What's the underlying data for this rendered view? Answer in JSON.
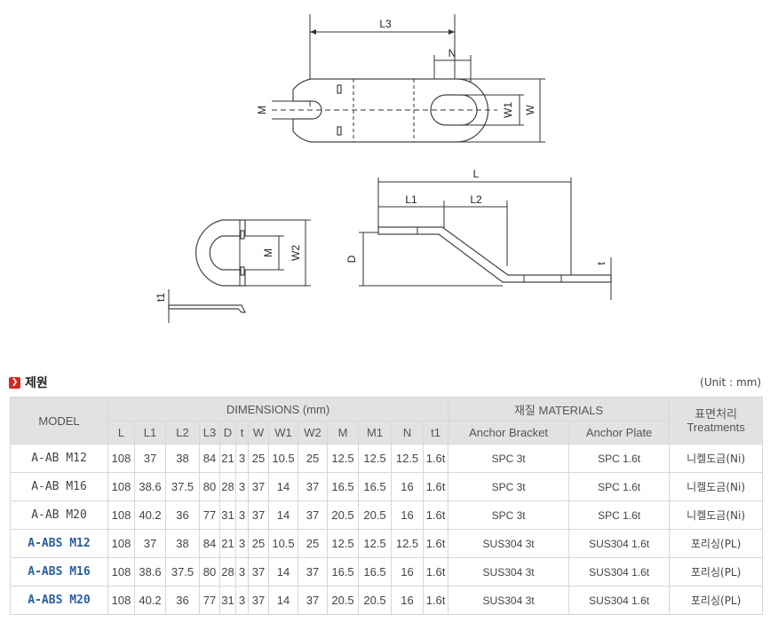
{
  "drawings": {
    "top_view": {
      "labels": [
        "L3",
        "N",
        "M",
        "W1",
        "W"
      ]
    },
    "side_view": {
      "labels": [
        "L",
        "L1",
        "L2",
        "D",
        "t"
      ]
    },
    "plate_view": {
      "labels": [
        "M",
        "W2",
        "t1"
      ]
    }
  },
  "section": {
    "title": "제원",
    "icon": "red-arrow-bullet-icon"
  },
  "unit_label": "(Unit : mm)",
  "table": {
    "header_model": "MODEL",
    "header_dimensions": "DIMENSIONS (mm)",
    "header_materials": "재질 MATERIALS",
    "header_treatment_ko": "표면처리",
    "header_treatment_en": "Treatments",
    "dimension_columns": [
      "L",
      "L1",
      "L2",
      "L3",
      "D",
      "t",
      "W",
      "W1",
      "W2",
      "M",
      "M1",
      "N",
      "t1"
    ],
    "material_columns": [
      "Anchor Bracket",
      "Anchor Plate"
    ],
    "rows": [
      {
        "model": "A-AB M12",
        "type": "ab",
        "dims": [
          "108",
          "37",
          "38",
          "84",
          "21",
          "3",
          "25",
          "10.5",
          "25",
          "12.5",
          "12.5",
          "12.5",
          "1.6t"
        ],
        "bracket": "SPC 3t",
        "plate": "SPC 1.6t",
        "treatment": "니켈도금(Ni)"
      },
      {
        "model": "A-AB M16",
        "type": "ab",
        "dims": [
          "108",
          "38.6",
          "37.5",
          "80",
          "28",
          "3",
          "37",
          "14",
          "37",
          "16.5",
          "16.5",
          "16",
          "1.6t"
        ],
        "bracket": "SPC 3t",
        "plate": "SPC 1.6t",
        "treatment": "니켈도금(Ni)"
      },
      {
        "model": "A-AB M20",
        "type": "ab",
        "dims": [
          "108",
          "40.2",
          "36",
          "77",
          "31",
          "3",
          "37",
          "14",
          "37",
          "20.5",
          "20.5",
          "16",
          "1.6t"
        ],
        "bracket": "SPC 3t",
        "plate": "SPC 1.6t",
        "treatment": "니켈도금(Ni)"
      },
      {
        "model": "A-ABS M12",
        "type": "abs",
        "dims": [
          "108",
          "37",
          "38",
          "84",
          "21",
          "3",
          "25",
          "10.5",
          "25",
          "12.5",
          "12.5",
          "12.5",
          "1.6t"
        ],
        "bracket": "SUS304 3t",
        "plate": "SUS304 1.6t",
        "treatment": "포리싱(PL)"
      },
      {
        "model": "A-ABS M16",
        "type": "abs",
        "dims": [
          "108",
          "38.6",
          "37.5",
          "80",
          "28",
          "3",
          "37",
          "14",
          "37",
          "16.5",
          "16.5",
          "16",
          "1.6t"
        ],
        "bracket": "SUS304 3t",
        "plate": "SUS304 1.6t",
        "treatment": "포리싱(PL)"
      },
      {
        "model": "A-ABS M20",
        "type": "abs",
        "dims": [
          "108",
          "40.2",
          "36",
          "77",
          "31",
          "3",
          "37",
          "14",
          "37",
          "20.5",
          "20.5",
          "16",
          "1.6t"
        ],
        "bracket": "SUS304 3t",
        "plate": "SUS304 1.6t",
        "treatment": "포리싱(PL)"
      }
    ]
  }
}
